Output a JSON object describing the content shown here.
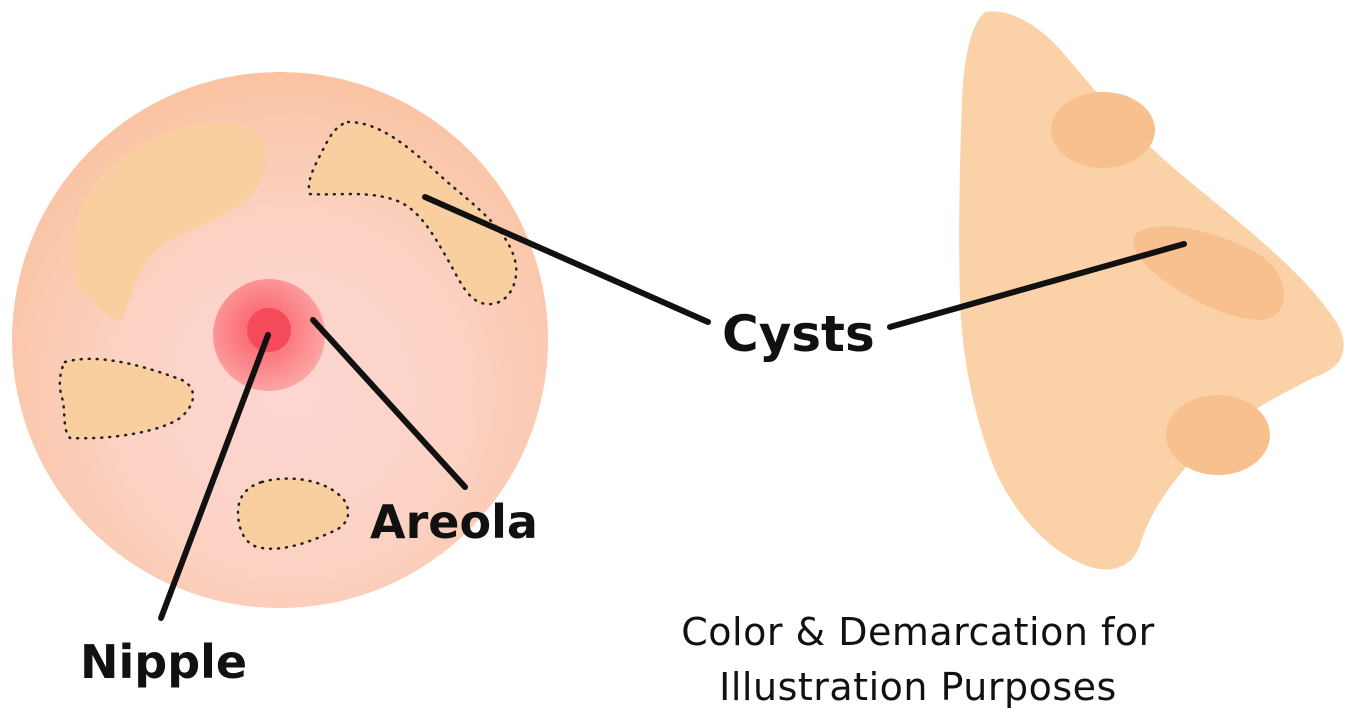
{
  "labels": {
    "nipple": "Nipple",
    "areola": "Areola",
    "cysts": "Cysts"
  },
  "caption": {
    "line1": "Color & Demarcation for",
    "line2": "Illustration Purposes"
  },
  "colors": {
    "breast_outer": "#fac3a2",
    "breast_inner": "#fcd8cc",
    "areola": "#fb7f84",
    "nipple": "#f44a59",
    "cyst_fill": "#f9cf9f",
    "side_profile": "#fbd2a8",
    "side_cyst": "#f7c08e",
    "leader_line": "#111111"
  }
}
